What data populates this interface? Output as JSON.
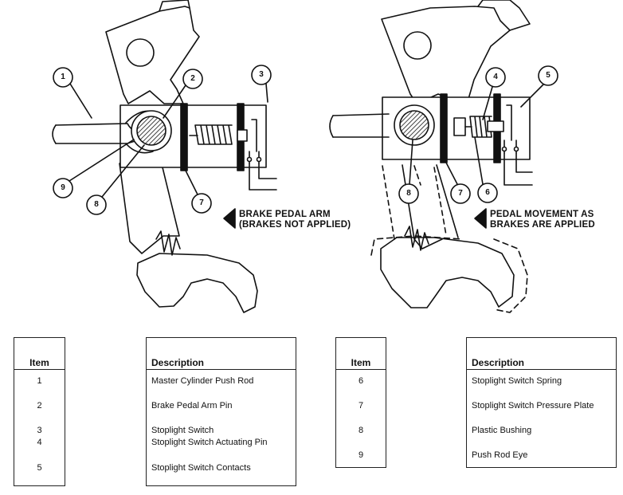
{
  "diagram": {
    "left_callouts": [
      "1",
      "2",
      "3",
      "9",
      "8",
      "7"
    ],
    "right_callouts": [
      "4",
      "5",
      "8",
      "7",
      "6"
    ],
    "left_caption": [
      "BRAKE PEDAL ARM",
      "(BRAKES NOT APPLIED)"
    ],
    "right_caption": [
      "PEDAL MOVEMENT AS",
      "BRAKES ARE APPLIED"
    ]
  },
  "tables": {
    "item_header": "Item",
    "description_header": "Description",
    "left": {
      "items": [
        "1",
        "2",
        "3",
        "4",
        "5"
      ],
      "descriptions": [
        "Master Cylinder Push Rod",
        "Brake Pedal Arm Pin",
        "Stoplight Switch",
        "Stoplight Switch Actuating Pin",
        "Stoplight Switch Contacts"
      ]
    },
    "right": {
      "items": [
        "6",
        "7",
        "8",
        "9"
      ],
      "descriptions": [
        "Stoplight Switch Spring",
        "Stoplight Switch Pressure Plate",
        "Plastic Bushing",
        "Push Rod Eye"
      ]
    }
  }
}
